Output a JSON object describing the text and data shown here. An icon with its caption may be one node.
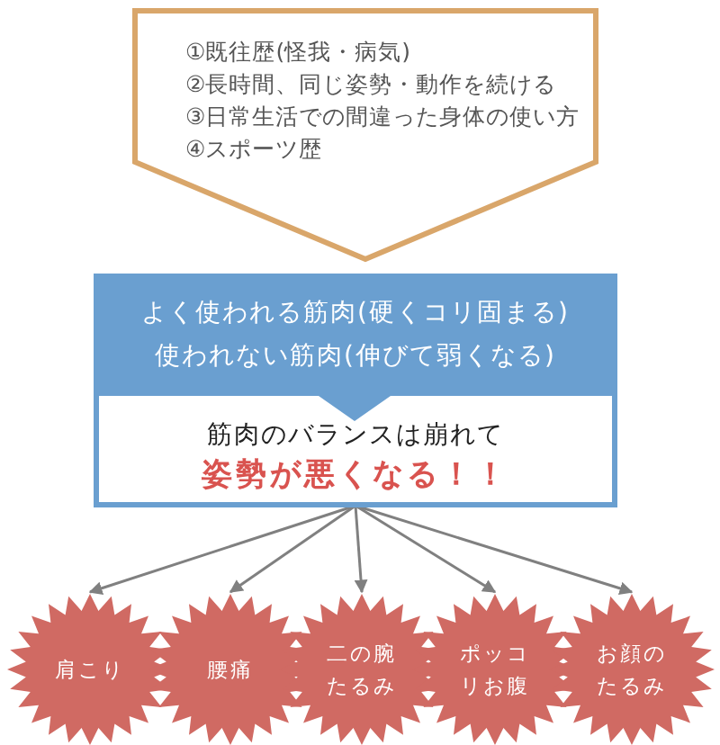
{
  "diagram": {
    "nodes": [
      {
        "text": [
          "①既往歴(怪我・病気)",
          "②長時間、同じ姿勢・動作を続ける",
          "③日常生活での間違った身体の使い方",
          "④スポーツ歴"
        ]
      },
      {
        "text": [
          "よく使われる筋肉(硬くコリ固まる)",
          "使われない筋肉(伸びて弱くなる)"
        ]
      },
      {
        "text": [
          "筋肉のバランスは崩れて",
          "姿勢が悪くなる！！"
        ],
        "in": 1
      },
      {
        "text": [
          "肩こり"
        ]
      },
      {
        "text": [
          "腰痛"
        ]
      },
      {
        "text": [
          "二の腕たるみ"
        ]
      },
      {
        "text": [
          "ポッコリお腹"
        ]
      },
      {
        "text": [
          "お顔のたるみ"
        ]
      }
    ],
    "edges": [
      {
        "from": 2,
        "to": 3,
        "arrow": "to"
      },
      {
        "from": 2,
        "to": 4,
        "arrow": "to"
      },
      {
        "from": 2,
        "to": 5,
        "arrow": "to"
      },
      {
        "from": 2,
        "to": 6,
        "arrow": "to"
      },
      {
        "from": 2,
        "to": 7,
        "arrow": "to"
      }
    ]
  }
}
